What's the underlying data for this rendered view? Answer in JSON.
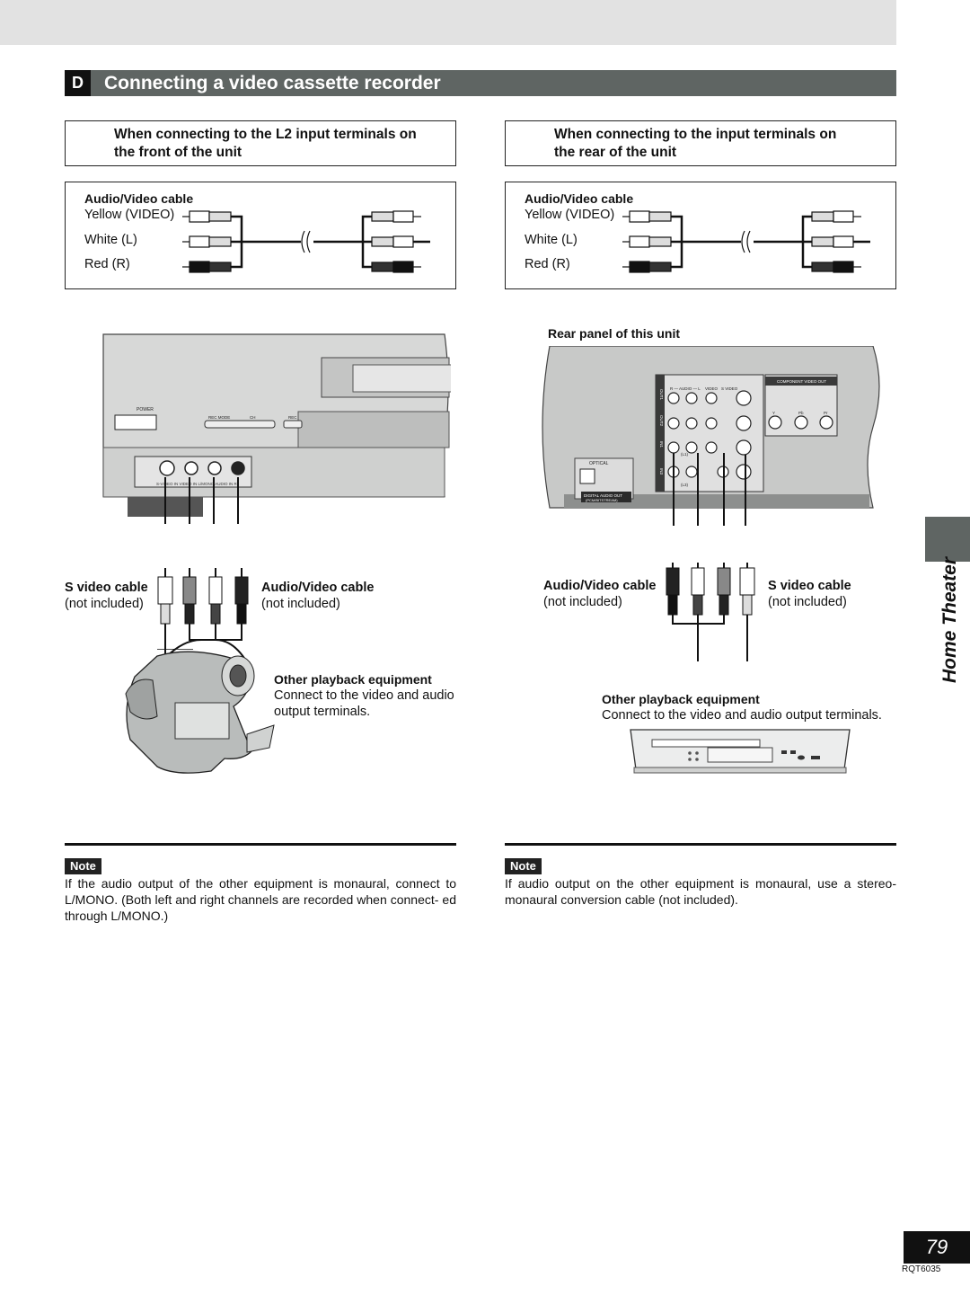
{
  "section": {
    "letter": "D",
    "title": "Connecting a video cassette recorder"
  },
  "left": {
    "box_title_line1": "When connecting to the L2 input terminals on",
    "box_title_line2": "the front of the unit",
    "cable_box": {
      "title": "Audio/Video cable",
      "rows": [
        "Yellow (VIDEO)",
        "White (L)",
        "Red (R)"
      ]
    },
    "front_panel_labels": {
      "power": "POWER",
      "rec_mode": "REC MODE",
      "ch": "CH",
      "rec": "REC",
      "jacks": "S-VIDEO IN   VIDEO IN   L/MONO   AUDIO IN   R"
    },
    "s_video_cable": "S video cable",
    "s_video_note": "(not included)",
    "av_cable": "Audio/Video cable",
    "av_note": "(not included)",
    "equipment_title": "Other playback equipment",
    "equipment_line1": "Connect to the video and audio",
    "equipment_line2": "output terminals.",
    "note_label": "Note",
    "note_text": "If the audio output of the other equipment is monaural, connect to L/MONO. (Both left and right channels are recorded when connect- ed through L/MONO.)"
  },
  "right": {
    "box_title_line1": "When connecting to the input terminals on",
    "box_title_line2": "the rear of the unit",
    "cable_box": {
      "title": "Audio/Video cable",
      "rows": [
        "Yellow (VIDEO)",
        "White (L)",
        "Red (R)"
      ]
    },
    "rear_panel_title": "Rear panel of this unit",
    "rear_panel_labels": {
      "component": "COMPONENT VIDEO OUT",
      "optical": "OPTICAL",
      "digital": "DIGITAL AUDIO OUT",
      "digital_sub": "(PCM/BITSTREAM)",
      "audio_row": "R — AUDIO — L",
      "video": "VIDEO",
      "svideo": "S VIDEO",
      "y": "Y",
      "pb": "Pb",
      "pr": "Pr",
      "out1": "OUT1",
      "out2": "OUT2",
      "in1": "IN1",
      "in3": "IN3",
      "l1": "(L1)",
      "l3": "(L3)"
    },
    "av_cable": "Audio/Video cable",
    "av_note": "(not included)",
    "s_video_cable": "S video cable",
    "s_video_note": "(not included)",
    "equipment_title": "Other playback equipment",
    "equipment_line": "Connect to the video and audio output terminals.",
    "note_label": "Note",
    "note_text": "If audio output on the other equipment is monaural, use a stereo- monaural conversion cable (not included)."
  },
  "side_tab": "Home Theater",
  "page_number": "79",
  "doc_code": "RQT6035",
  "colors": {
    "header": "#5f6563",
    "topbar": "#e2e2e2",
    "panel": "#c8c9c8"
  }
}
